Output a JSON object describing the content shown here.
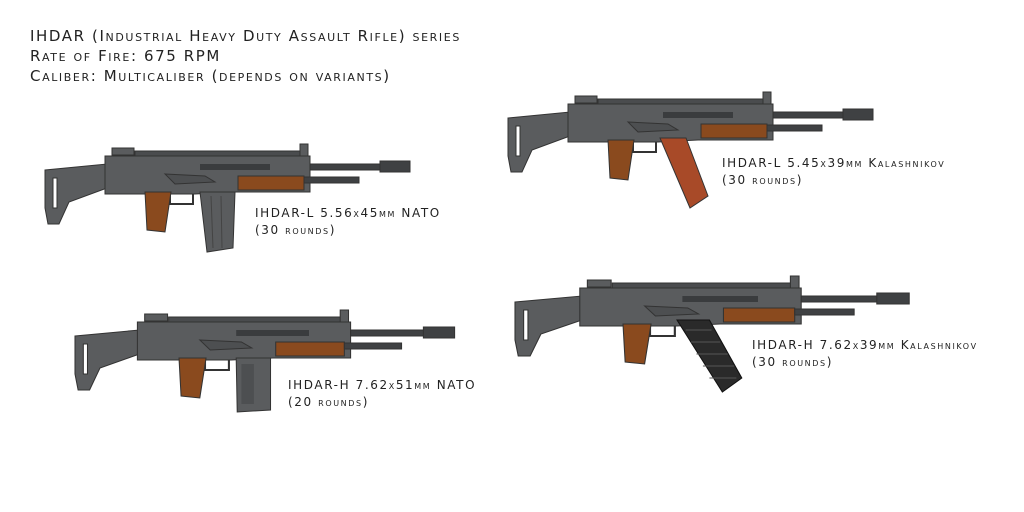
{
  "header": {
    "title": "IHDAR (Industrial Heavy Duty Assault Rifle) series",
    "rate_of_fire": "Rate of Fire: 675 RPM",
    "caliber": "Caliber: Multicaliber (depends on variants)"
  },
  "variants": [
    {
      "name": "IHDAR-L 5.56x45mm NATO",
      "rounds": "(30 rounds)",
      "magazine": "straight-steel"
    },
    {
      "name": "IHDAR-L 5.45x39mm Kalashnikov",
      "rounds": "(30 rounds)",
      "magazine": "curved-orange"
    },
    {
      "name": "IHDAR-H 7.62x51mm NATO",
      "rounds": "(20 rounds)",
      "magazine": "box-steel"
    },
    {
      "name": "IHDAR-H 7.62x39mm Kalashnikov",
      "rounds": "(30 rounds)",
      "magazine": "curved-black"
    }
  ],
  "colors": {
    "steel": "#5a5c5e",
    "wood": "#8a4a1e",
    "polymer": "#a84a28",
    "black": "#2a2a2a"
  }
}
